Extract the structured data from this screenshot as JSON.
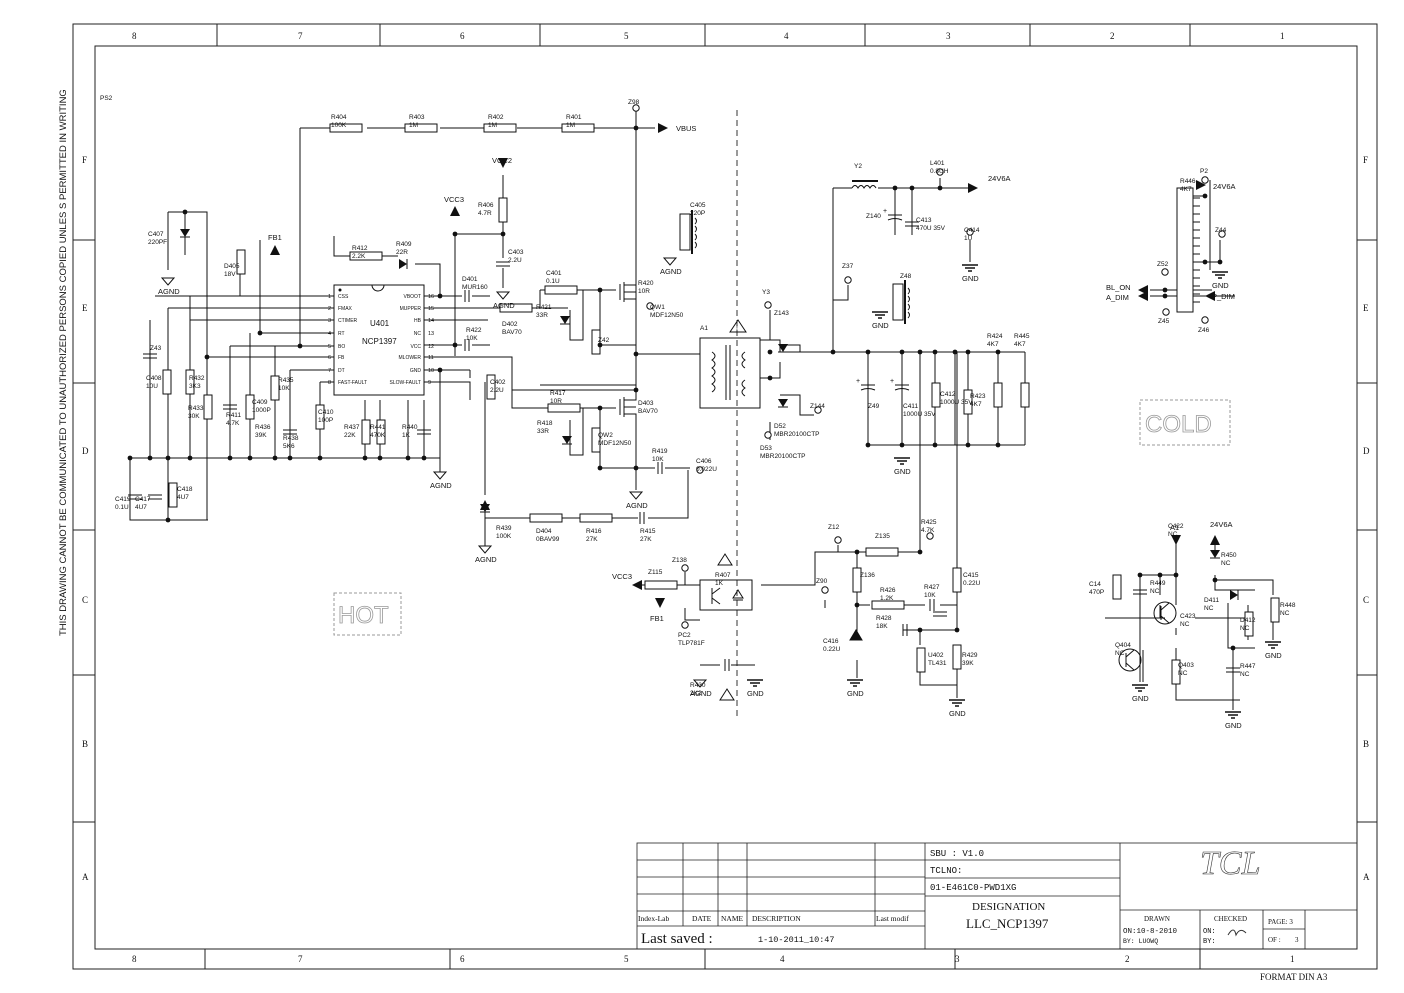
{
  "side_note": "THIS DRAWING CANNOT BE COMMUNICATED TO UNAUTHORIZED PERSONS COPIED UNLES S PERMITTED IN WRITING",
  "columns": [
    "8",
    "7",
    "6",
    "5",
    "4",
    "3",
    "2",
    "1"
  ],
  "rows": [
    "F",
    "E",
    "D",
    "C",
    "B",
    "A"
  ],
  "format_note": "FORMAT DIN A3",
  "zones": {
    "hot": "HOT",
    "cold": "COLD"
  },
  "nets": {
    "vbus": "VBUS",
    "vcc2": "VCC2",
    "vcc3": "VCC3",
    "fb1": "FB1",
    "agnd": "AGND",
    "gnd": "GND",
    "v24a": "24V6A",
    "bl_on": "BL_ON",
    "a_dim": "A_DIM",
    "p_dim": "P_DIM",
    "a1": "A1"
  },
  "ic": {
    "ref": "U401",
    "part": "NCP1397",
    "left_pins": [
      {
        "num": "1",
        "name": "CSS"
      },
      {
        "num": "2",
        "name": "FMAX"
      },
      {
        "num": "3",
        "name": "CTIMER"
      },
      {
        "num": "4",
        "name": "RT"
      },
      {
        "num": "5",
        "name": "BO"
      },
      {
        "num": "6",
        "name": "FB"
      },
      {
        "num": "7",
        "name": "DT"
      },
      {
        "num": "8",
        "name": "FAST-FAULT"
      }
    ],
    "right_pins": [
      {
        "num": "16",
        "name": "VBOOT"
      },
      {
        "num": "15",
        "name": "MUPPER"
      },
      {
        "num": "14",
        "name": "HB"
      },
      {
        "num": "13",
        "name": "NC"
      },
      {
        "num": "12",
        "name": "VCC"
      },
      {
        "num": "11",
        "name": "MLOWER"
      },
      {
        "num": "10",
        "name": "GND"
      },
      {
        "num": "9",
        "name": "SLOW-FAULT"
      }
    ]
  },
  "labels": [
    {
      "ref": "R404",
      "val": "100K"
    },
    {
      "ref": "R403",
      "val": "1M"
    },
    {
      "ref": "R402",
      "val": "1M"
    },
    {
      "ref": "R401",
      "val": "1M"
    },
    {
      "ref": "Z98",
      "val": ""
    },
    {
      "ref": "R406",
      "val": "4.7R"
    },
    {
      "ref": "C403",
      "val": "2.2U"
    },
    {
      "ref": "C407",
      "val": "220PF"
    },
    {
      "ref": "D405",
      "val": "18V"
    },
    {
      "ref": "R412",
      "val": "2.2K"
    },
    {
      "ref": "R409",
      "val": "22R"
    },
    {
      "ref": "D401",
      "val": "MUR160"
    },
    {
      "ref": "C401",
      "val": "0.1U"
    },
    {
      "ref": "R421",
      "val": "33R"
    },
    {
      "ref": "D402",
      "val": "BAV70"
    },
    {
      "ref": "R420",
      "val": "10R"
    },
    {
      "ref": "QW1",
      "val": "MDF12N50"
    },
    {
      "ref": "Z42",
      "val": ""
    },
    {
      "ref": "R422",
      "val": "10K"
    },
    {
      "ref": "C402",
      "val": "2.2U"
    },
    {
      "ref": "R417",
      "val": "10R"
    },
    {
      "ref": "R418",
      "val": "33R"
    },
    {
      "ref": "D403",
      "val": "BAV70"
    },
    {
      "ref": "QW2",
      "val": "MDF12N50"
    },
    {
      "ref": "R419",
      "val": "10K"
    },
    {
      "ref": "C406",
      "val": "0.022U"
    },
    {
      "ref": "Z43",
      "val": ""
    },
    {
      "ref": "C408",
      "val": "10U"
    },
    {
      "ref": "R432",
      "val": "3K3"
    },
    {
      "ref": "R433",
      "val": "30K"
    },
    {
      "ref": "R411",
      "val": "4.7K"
    },
    {
      "ref": "C409",
      "val": "1000P"
    },
    {
      "ref": "R435",
      "val": "10K"
    },
    {
      "ref": "R436",
      "val": "39K"
    },
    {
      "ref": "R438",
      "val": "5K6"
    },
    {
      "ref": "C410",
      "val": "100P"
    },
    {
      "ref": "R437",
      "val": "22K"
    },
    {
      "ref": "R441",
      "val": "470K"
    },
    {
      "ref": "R440",
      "val": "1K"
    },
    {
      "ref": "C419",
      "val": "0.1U"
    },
    {
      "ref": "C417",
      "val": "4U7"
    },
    {
      "ref": "C418",
      "val": "4U7"
    },
    {
      "ref": "R439",
      "val": "100K"
    },
    {
      "ref": "D404",
      "val": "0BAV99"
    },
    {
      "ref": "R416",
      "val": "27K"
    },
    {
      "ref": "R415",
      "val": "27K"
    },
    {
      "ref": "C405",
      "val": "220P"
    },
    {
      "ref": "Y2",
      "val": ""
    },
    {
      "ref": "L401",
      "val": "0.8UH"
    },
    {
      "ref": "Z140",
      "val": ""
    },
    {
      "ref": "C413",
      "val": "470U 35V"
    },
    {
      "ref": "C414",
      "val": "1U"
    },
    {
      "ref": "Z37",
      "val": ""
    },
    {
      "ref": "Z48",
      "val": ""
    },
    {
      "ref": "Y3",
      "val": ""
    },
    {
      "ref": "Z143",
      "val": ""
    },
    {
      "ref": "D52",
      "val": "MBR20100CTP"
    },
    {
      "ref": "D53",
      "val": "MBR20100CTP"
    },
    {
      "ref": "Z144",
      "val": ""
    },
    {
      "ref": "Z49",
      "val": ""
    },
    {
      "ref": "C411",
      "val": "1000U 35V"
    },
    {
      "ref": "C412",
      "val": "1000U 35V"
    },
    {
      "ref": "R423",
      "val": "4K7"
    },
    {
      "ref": "R424",
      "val": "4K7"
    },
    {
      "ref": "R445",
      "val": "4K7"
    },
    {
      "ref": "R446",
      "val": "4K7"
    },
    {
      "ref": "P2",
      "val": ""
    },
    {
      "ref": "Z44",
      "val": ""
    },
    {
      "ref": "Z52",
      "val": ""
    },
    {
      "ref": "Z45",
      "val": ""
    },
    {
      "ref": "Z46",
      "val": ""
    },
    {
      "ref": "Z12",
      "val": ""
    },
    {
      "ref": "Z135",
      "val": ""
    },
    {
      "ref": "R425",
      "val": "4.7K"
    },
    {
      "ref": "Z138",
      "val": ""
    },
    {
      "ref": "Z115",
      "val": ""
    },
    {
      "ref": "R407",
      "val": "1K"
    },
    {
      "ref": "PC2",
      "val": "TLP781F"
    },
    {
      "ref": "Z90",
      "val": ""
    },
    {
      "ref": "Z136",
      "val": ""
    },
    {
      "ref": "R426",
      "val": "1.2K"
    },
    {
      "ref": "R427",
      "val": "10K"
    },
    {
      "ref": "C415",
      "val": "0.22U"
    },
    {
      "ref": "R428",
      "val": "18K"
    },
    {
      "ref": "C416",
      "val": "0.22U"
    },
    {
      "ref": "U402",
      "val": "TL431"
    },
    {
      "ref": "R429",
      "val": "39K"
    },
    {
      "ref": "R430",
      "val": "2K2"
    },
    {
      "ref": "C14",
      "val": "470P"
    },
    {
      "ref": "R449",
      "val": "NC"
    },
    {
      "ref": "C423",
      "val": "NC"
    },
    {
      "ref": "Q404",
      "val": "NC"
    },
    {
      "ref": "Q403",
      "val": "NC"
    },
    {
      "ref": "R450",
      "val": "NC"
    },
    {
      "ref": "D411",
      "val": "NC"
    },
    {
      "ref": "D412",
      "val": "NC"
    },
    {
      "ref": "R448",
      "val": "NC"
    },
    {
      "ref": "R447",
      "val": "NC"
    },
    {
      "ref": "C422",
      "val": "NC"
    },
    {
      "ref": "A1",
      "val": ""
    },
    {
      "ref": "PS2",
      "val": ""
    }
  ],
  "title_block": {
    "sbu": "SBU : V1.0",
    "tclno_label": "TCLNO:",
    "tclno": "01-E461C0-PWD1XG",
    "designation_label": "DESIGNATION",
    "designation": "LLC_NCP1397",
    "brand": "TCL",
    "index_lab": "Index-Lab",
    "date": "DATE",
    "name": "NAME",
    "description": "DESCRIPTION",
    "last_modif": "Last modif",
    "last_saved_label": "Last saved :",
    "last_saved": "1-10-2011_10:47",
    "drawn_label": "DRAWN",
    "drawn_on": "ON:10-8-2010",
    "drawn_by": "BY: LUOWQ",
    "checked_label": "CHECKED",
    "checked_on": "ON:",
    "checked_by": "BY:",
    "page": "PAGE: 3",
    "of": "OF :",
    "of_total": "3"
  }
}
